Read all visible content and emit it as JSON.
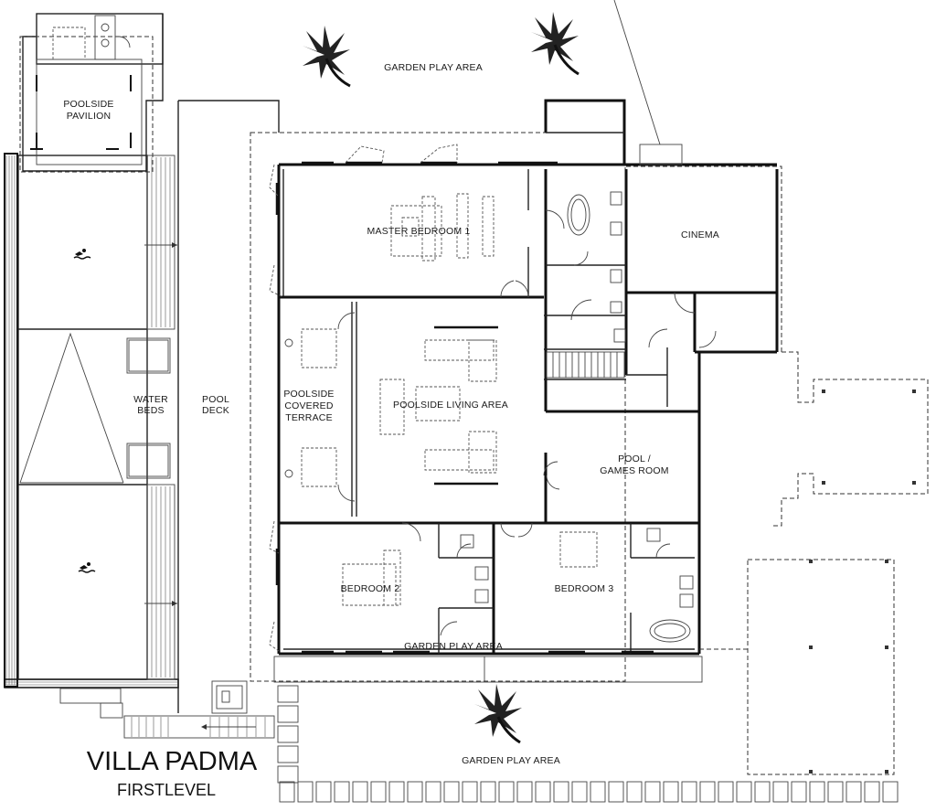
{
  "title": "VILLA PADMA",
  "subtitle": "FIRSTLEVEL",
  "labels": {
    "garden_top": "GARDEN PLAY AREA",
    "garden_bottom": "GARDEN PLAY AREA",
    "garden_overlap": "GARDEN PLAY AREA",
    "pavilion_1": "POOLSIDE",
    "pavilion_2": "PAVILION",
    "master_bedroom": "MASTER BEDROOM 1",
    "cinema": "CINEMA",
    "water_beds_1": "WATER",
    "water_beds_2": "BEDS",
    "pool_deck_1": "POOL",
    "pool_deck_2": "DECK",
    "terrace_1": "POOLSIDE",
    "terrace_2": "COVERED",
    "terrace_3": "TERRACE",
    "living_area": "POOLSIDE LIVING AREA",
    "games_1": "POOL /",
    "games_2": "GAMES ROOM",
    "bedroom_2": "BEDROOM 2",
    "bedroom_3": "BEDROOM 3"
  },
  "icons": [
    "palm-tree-icon",
    "swimmer-icon",
    "door-swing-icon",
    "bathtub-icon",
    "staircase-icon"
  ]
}
